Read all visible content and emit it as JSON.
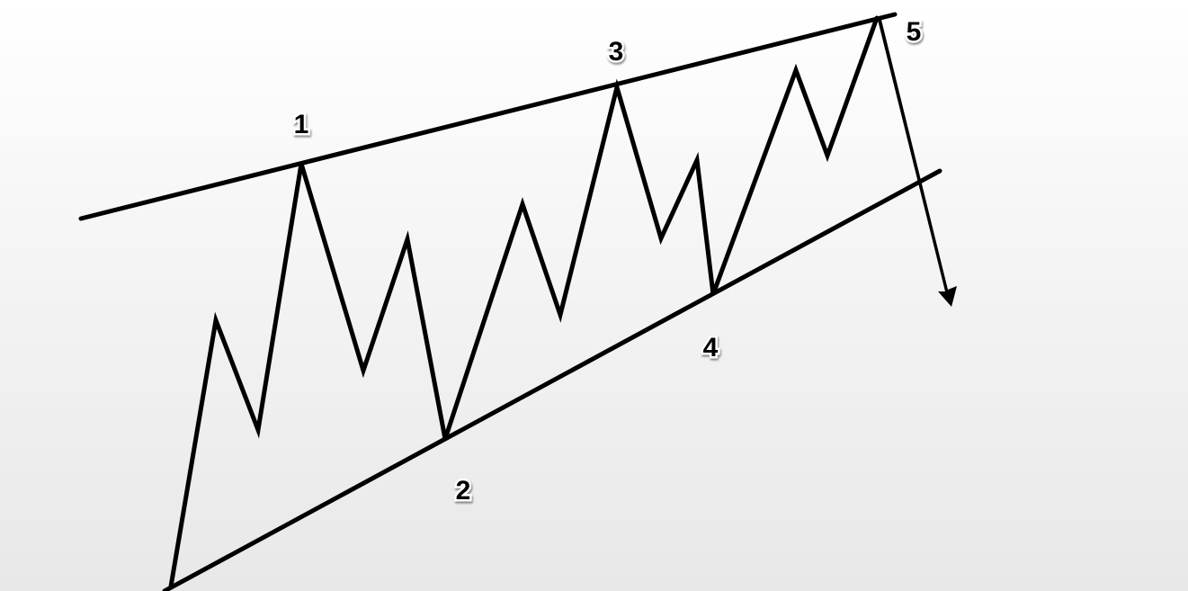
{
  "diagram": {
    "wave_labels": [
      "1",
      "2",
      "3",
      "4",
      "5"
    ],
    "line_color": "#000000",
    "label_fill": "#000000",
    "label_outline": "#ffffff"
  }
}
